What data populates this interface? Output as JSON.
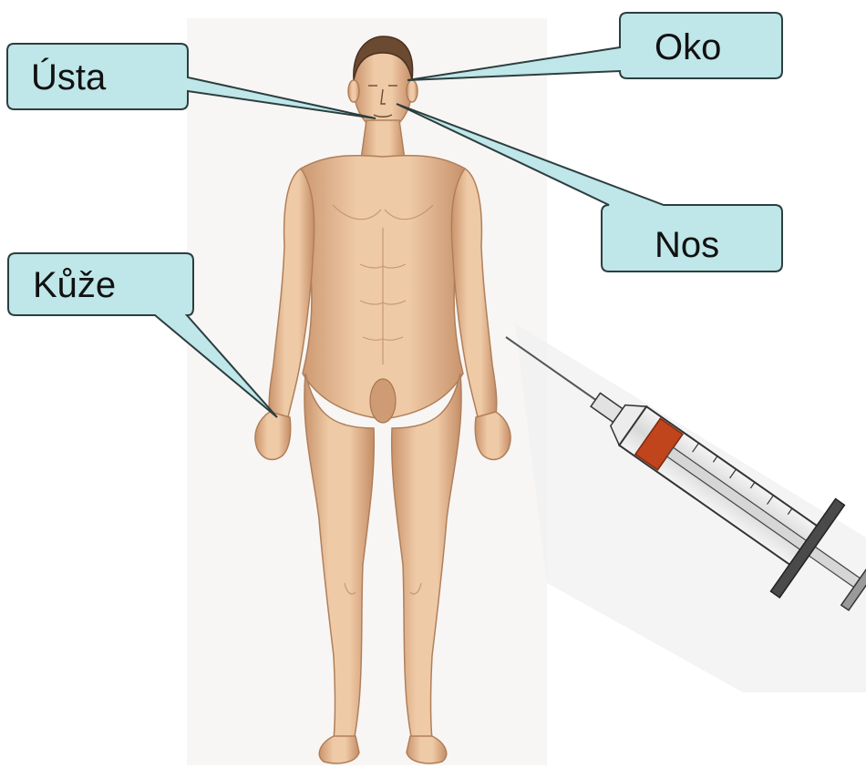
{
  "labels": {
    "mouth": "Ústa",
    "eye": "Oko",
    "nose": "Nos",
    "skin": "Kůže"
  },
  "colors": {
    "callout_fill": "#bfe6e8",
    "callout_stroke": "#2c3e3f",
    "skin": "#e8c09c",
    "skin_shade": "#c9946c",
    "hair": "#6b4a32",
    "syringe_plunger": "#c0441c",
    "syringe_metal": "#3a3a3a"
  },
  "icons": {
    "figure": "human-body-figure",
    "syringe": "syringe-icon"
  }
}
